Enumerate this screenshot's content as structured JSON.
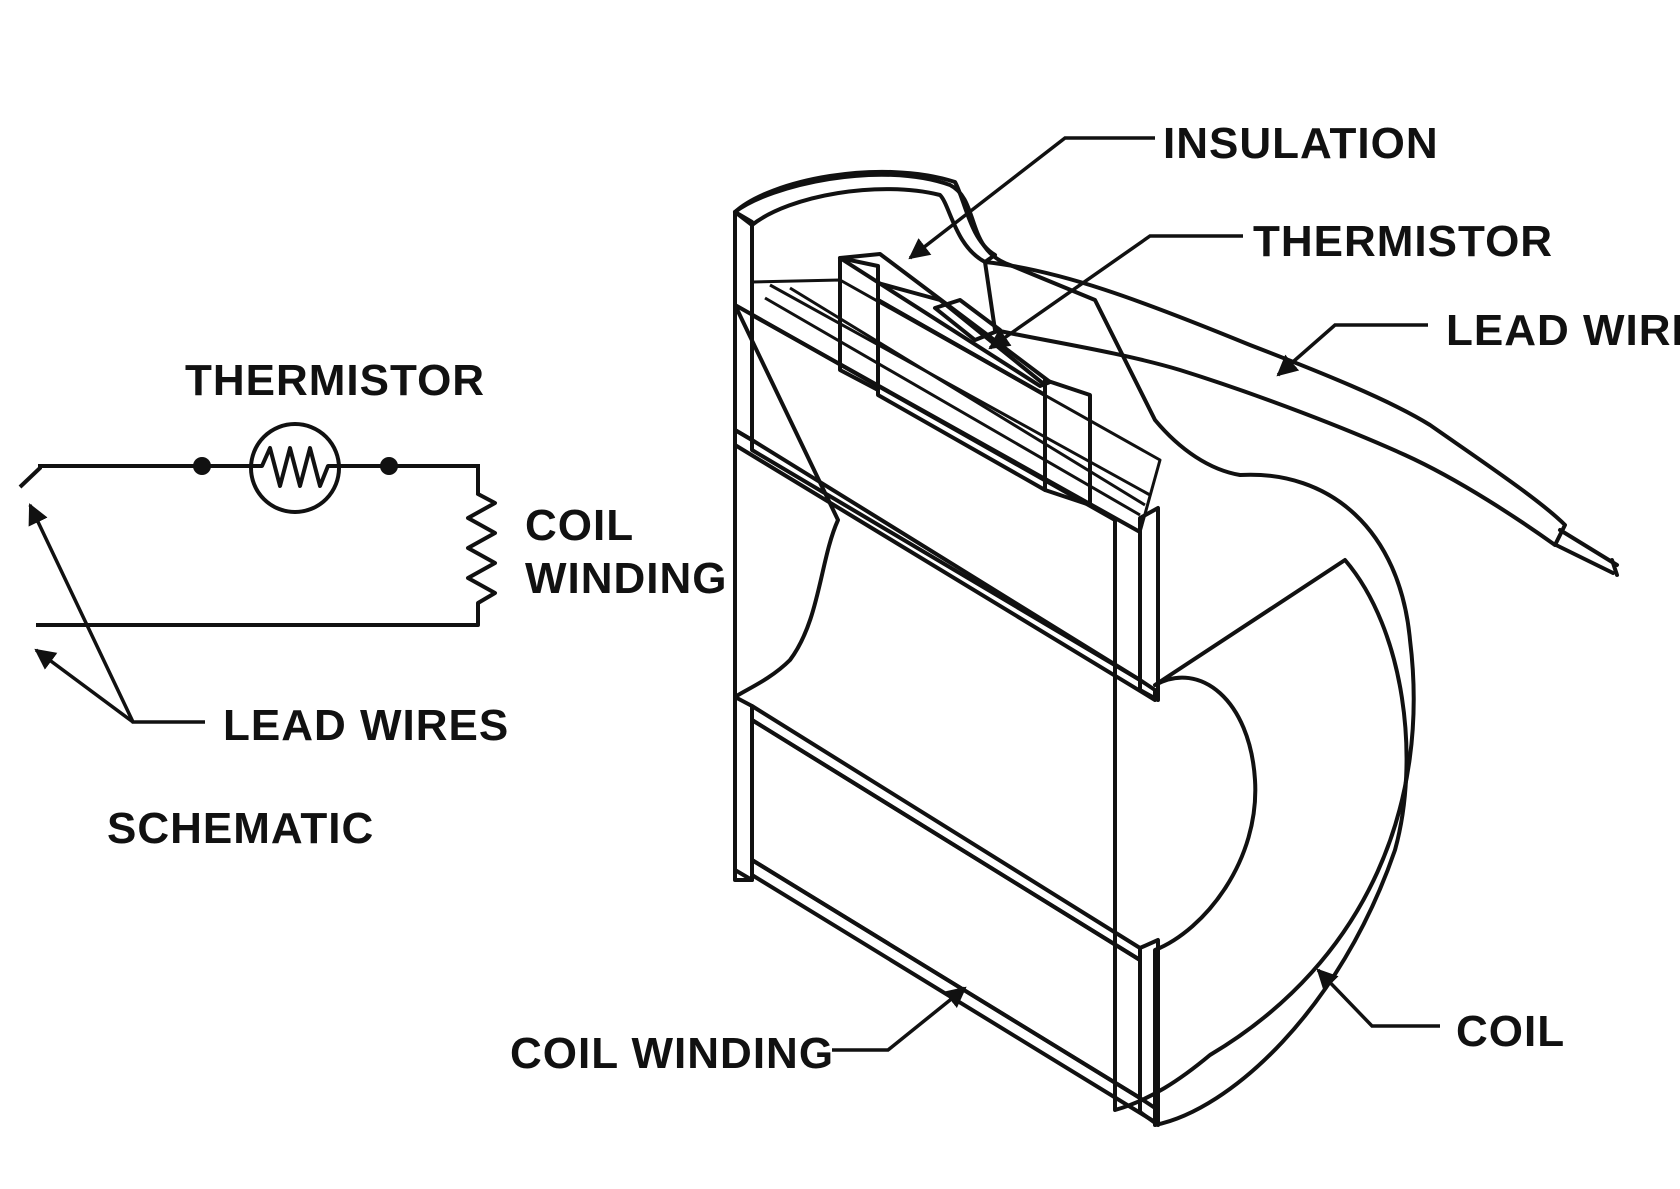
{
  "schematic": {
    "thermistor_label": "THERMISTOR",
    "coil_winding_label_line1": "COIL",
    "coil_winding_label_line2": "WINDING",
    "lead_wires_label": "LEAD WIRES",
    "caption": "SCHEMATIC"
  },
  "cutaway": {
    "insulation_label": "INSULATION",
    "thermistor_label": "THERMISTOR",
    "lead_wire_label": "LEAD WIRE",
    "coil_winding_label": "COIL WINDING",
    "coil_label": "COIL"
  },
  "colors": {
    "ink": "#111111",
    "background": "#ffffff",
    "winding_fill": "#7a7a7a",
    "insulation_fill": "#b5b5b5"
  }
}
